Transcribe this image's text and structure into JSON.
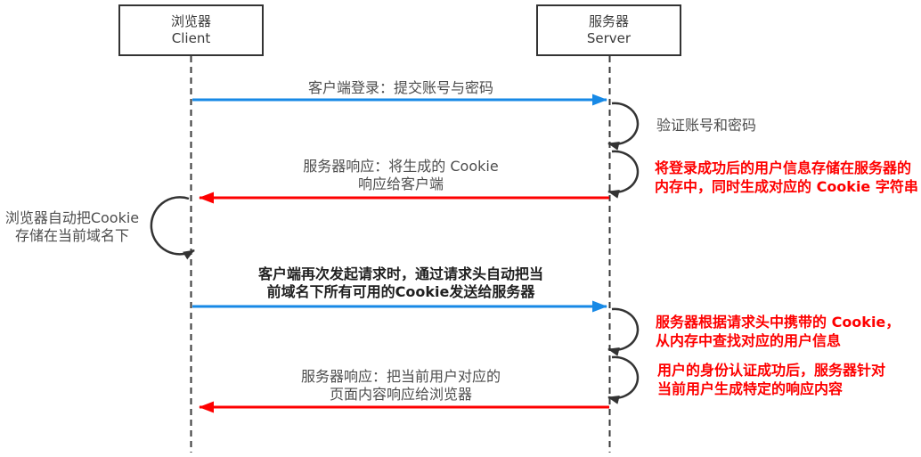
{
  "diagram_type": "sequence-diagram",
  "actors": {
    "client": {
      "line1": "浏览器",
      "line2": "Client"
    },
    "server": {
      "line1": "服务器",
      "line2": "Server"
    }
  },
  "labels": {
    "login_request": "客户端登录：提交账号与密码",
    "verify": "验证账号和密码",
    "server_store_note": "将登录成功后的用户信息存储在服务器的\n内存中，同时生成对应的 Cookie 字符串",
    "cookie_response": "服务器响应：将生成的 Cookie\n响应给客户端",
    "client_store": "浏览器自动把Cookie\n存储在当前域名下",
    "second_request": "客户端再次发起请求时，通过请求头自动把当\n前域名下所有可用的Cookie发送给服务器",
    "cookie_lookup_note": "服务器根据请求头中携带的 Cookie，\n从内存中查找对应的用户信息",
    "generate_response_note": "用户的身份认证成功后，服务器针对\n当前用户生成特定的响应内容",
    "page_response": "服务器响应：把当前用户对应的\n页面内容响应给浏览器"
  },
  "colors": {
    "request_arrow": "#1789e6",
    "response_arrow": "#fe0000",
    "note_text": "#fe0000",
    "label_text": "#4d4d4d",
    "emphasis_text": "#1f1f1f",
    "line": "#333333",
    "background": "#ffffff"
  }
}
